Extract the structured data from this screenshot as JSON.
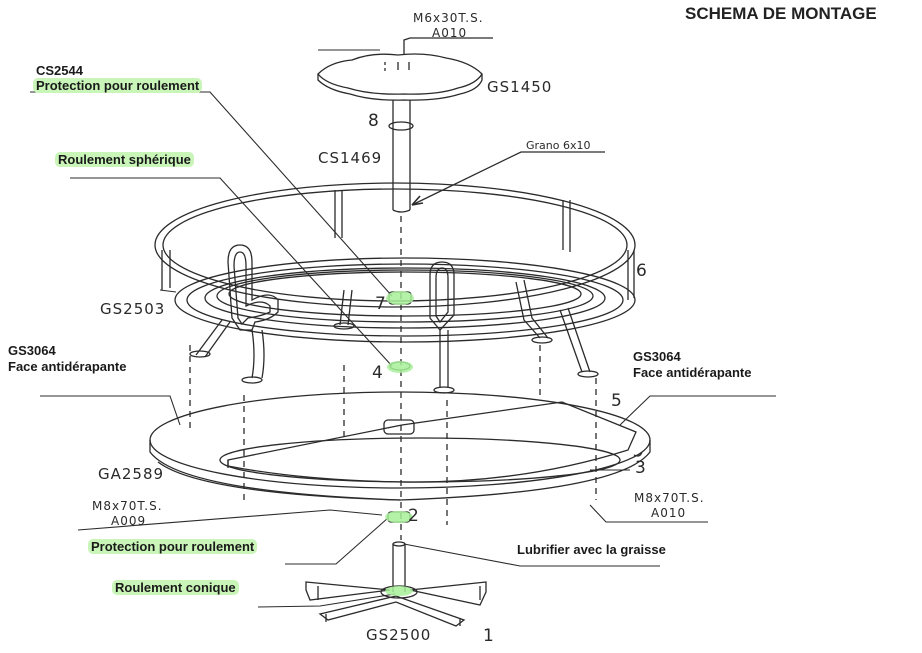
{
  "title": "SCHEMA DE MONTAGE",
  "highlight_color": "#a8f09a",
  "line_color": "#2b2b2b",
  "callouts": {
    "cs2544_code": "CS2544",
    "cs2544_text": "Protection pour roulement",
    "roulement_spherique": "Roulement sphérique",
    "gs3064_left_code": "GS3064",
    "gs3064_left_text": "Face antidérapante",
    "gs3064_right_code": "GS3064",
    "gs3064_right_text": "Face antidérapante",
    "protection_bottom": "Protection pour roulement",
    "lubrifier": "Lubrifier avec la graisse",
    "roulement_conique": "Roulement conique"
  },
  "parts": {
    "screw_top_line1": "M6x30T.S.",
    "screw_top_line2": "A010",
    "gs1450": "GS1450",
    "cs1469": "CS1469",
    "grano": "Grano 6x10",
    "gs2503": "GS2503",
    "ga2589": "GA2589",
    "gs2500": "GS2500",
    "screw_left_line1": "M8x70T.S.",
    "screw_left_line2": "A009",
    "screw_right_line1": "M8x70T.S.",
    "screw_right_line2": "A010"
  },
  "numbers": {
    "n1": "1",
    "n2": "2",
    "n3": "3",
    "n4": "4",
    "n5": "5",
    "n6": "6",
    "n7": "7",
    "n8": "8"
  }
}
